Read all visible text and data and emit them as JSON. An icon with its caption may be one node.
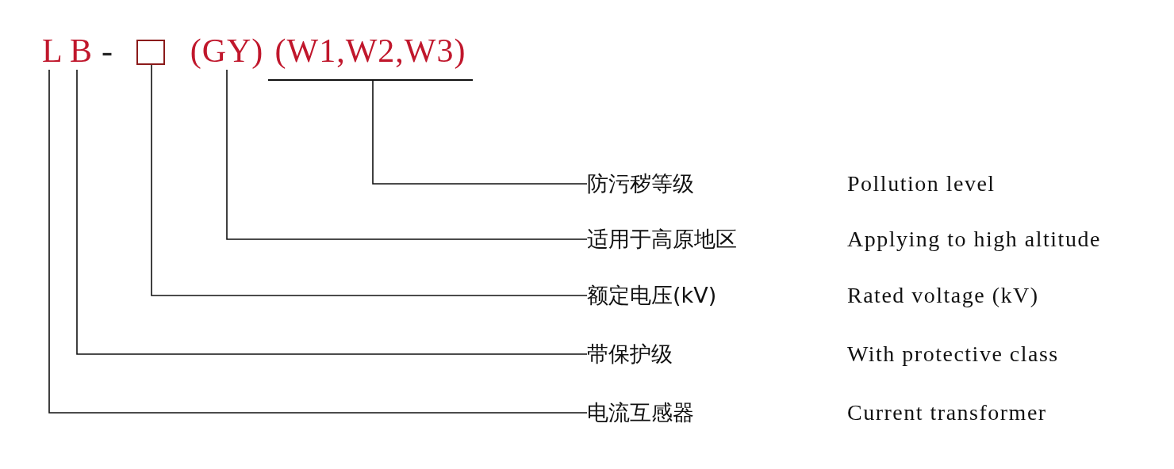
{
  "diagram": {
    "nodes": [
      {
        "text": [
          "L"
        ]
      },
      {
        "text": [
          "B"
        ]
      },
      {
        "text": [],
        "shape": "box"
      },
      {
        "text": [
          "(GY)"
        ]
      },
      {
        "text": [
          "(W1,W2,W3)"
        ]
      },
      {
        "text": [
          "防污秽等级"
        ]
      },
      {
        "text": [
          "适用于高原地区"
        ]
      },
      {
        "text": [
          "额定电压(kV)"
        ]
      },
      {
        "text": [
          "带保护级"
        ]
      },
      {
        "text": [
          "电流互感器"
        ]
      }
    ],
    "edges": [
      {
        "from": 4,
        "to": 5,
        "arrow": "none"
      },
      {
        "from": 3,
        "to": 6,
        "arrow": "none"
      },
      {
        "from": 2,
        "to": 7,
        "arrow": "none"
      },
      {
        "from": 1,
        "to": 8,
        "arrow": "none"
      },
      {
        "from": 0,
        "to": 9,
        "arrow": "none"
      }
    ],
    "labels": [
      "-",
      "Pollution level",
      "Applying to high altitude",
      "Rated voltage (kV)",
      "With protective class",
      "Current transformer"
    ]
  }
}
